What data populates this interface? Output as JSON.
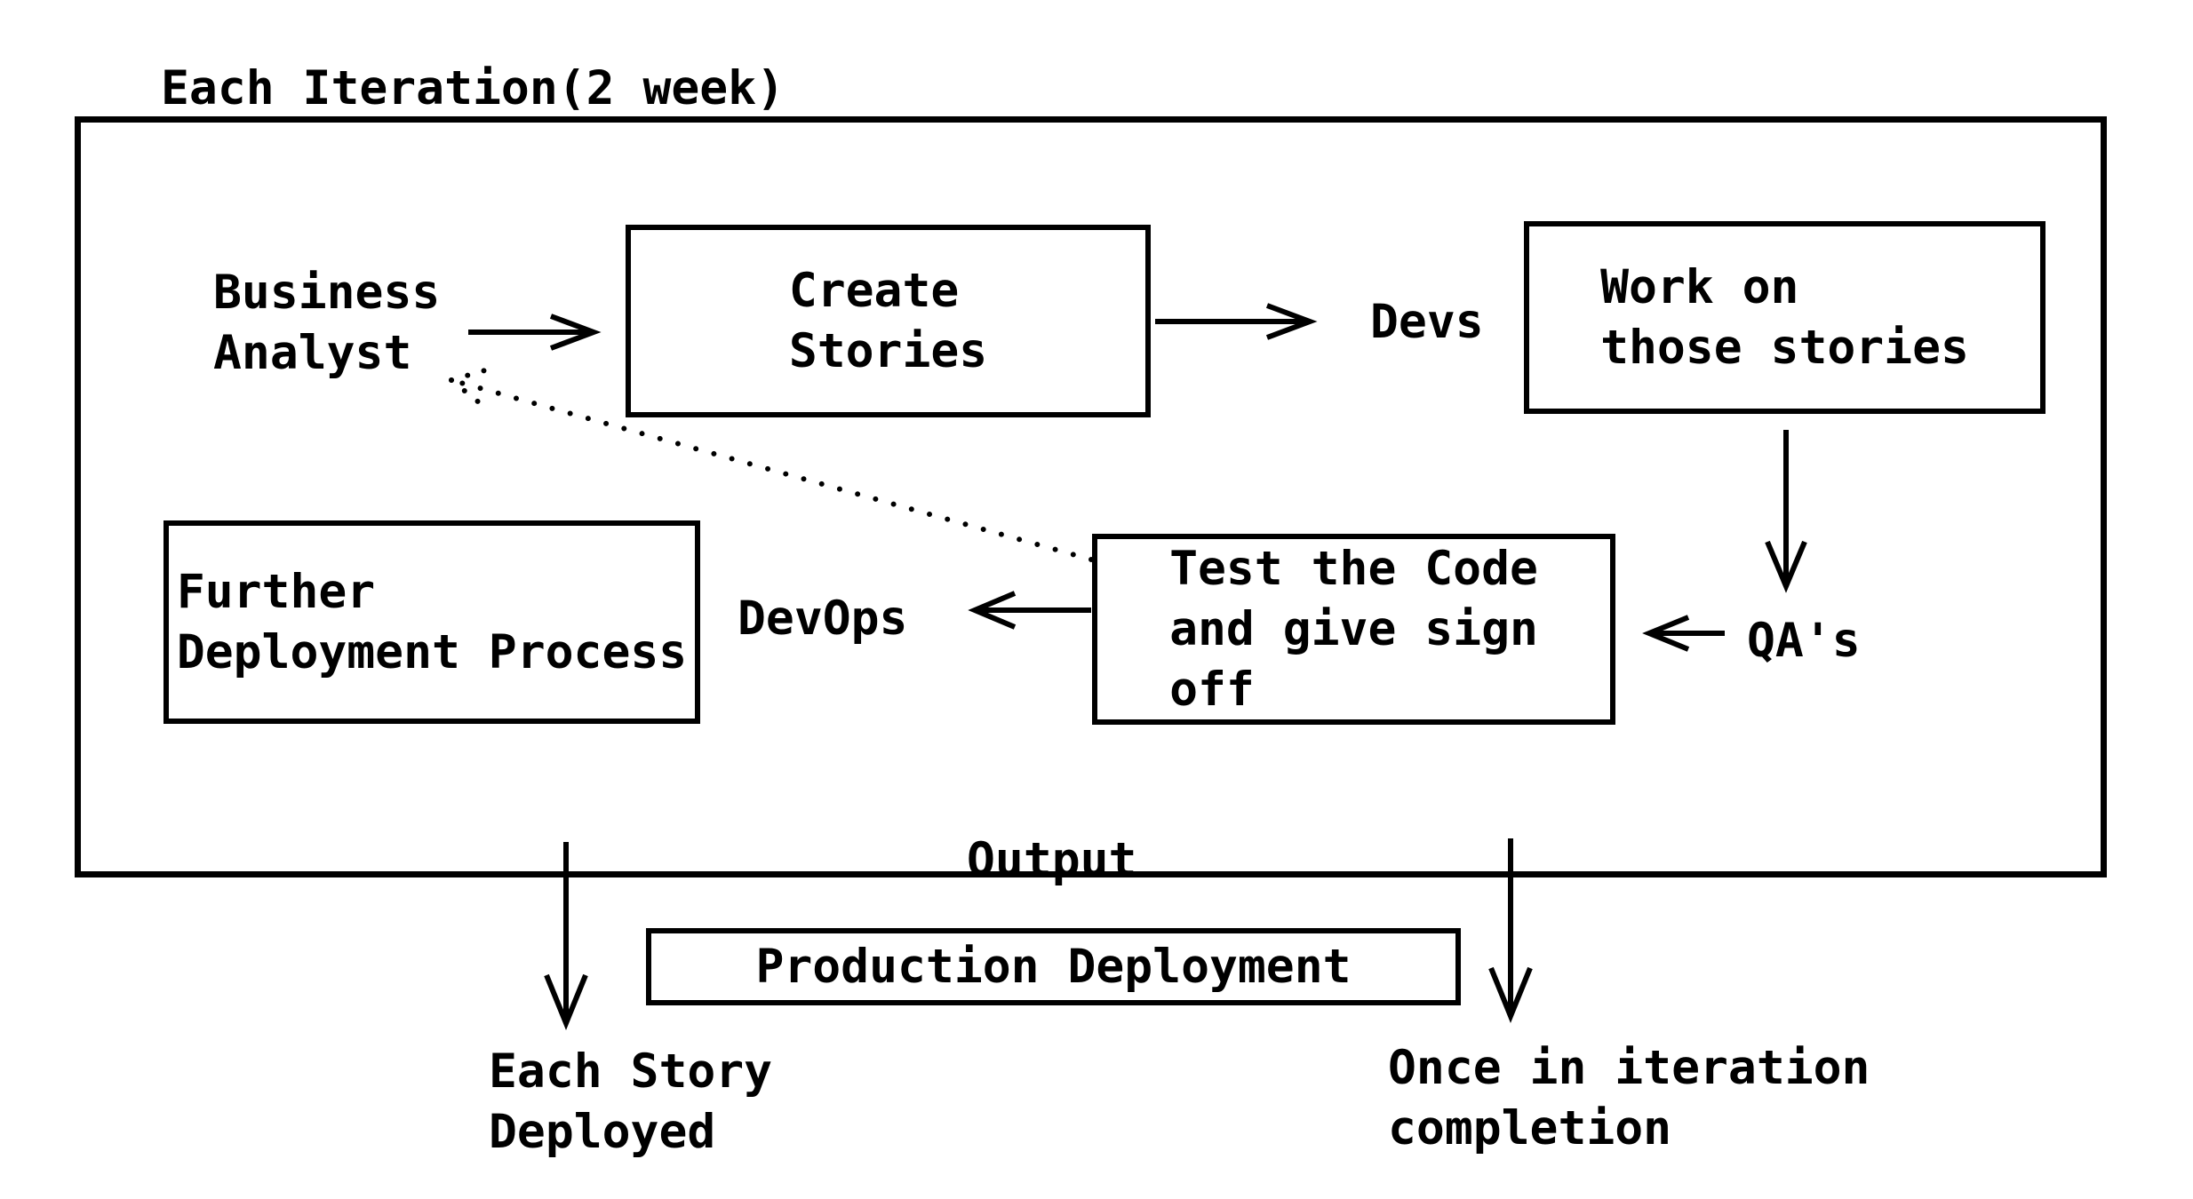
{
  "colors": {
    "ink": "#000000",
    "background": "#ffffff"
  },
  "diagram": {
    "title": "Each Iteration(2 week)",
    "iteration_box": {
      "nodes": {
        "business_analyst": {
          "label": "Business\nAnalyst"
        },
        "create_stories": {
          "label": "Create\nStories"
        },
        "devs": {
          "label": "Devs"
        },
        "work_on_stories": {
          "label": "Work on\nthose stories"
        },
        "qas": {
          "label": "QA's"
        },
        "test_code": {
          "label": "Test the Code\nand give sign\noff"
        },
        "devops": {
          "label": "DevOps"
        },
        "further_deployment": {
          "label": "Further\nDeployment Process"
        }
      },
      "output_label": "Output"
    },
    "below_box": {
      "production_deployment": {
        "label": "Production Deployment"
      },
      "each_story_deployed": {
        "label": "Each Story\nDeployed"
      },
      "once_in_iteration": {
        "label": "Once in iteration\ncompletion"
      }
    }
  }
}
